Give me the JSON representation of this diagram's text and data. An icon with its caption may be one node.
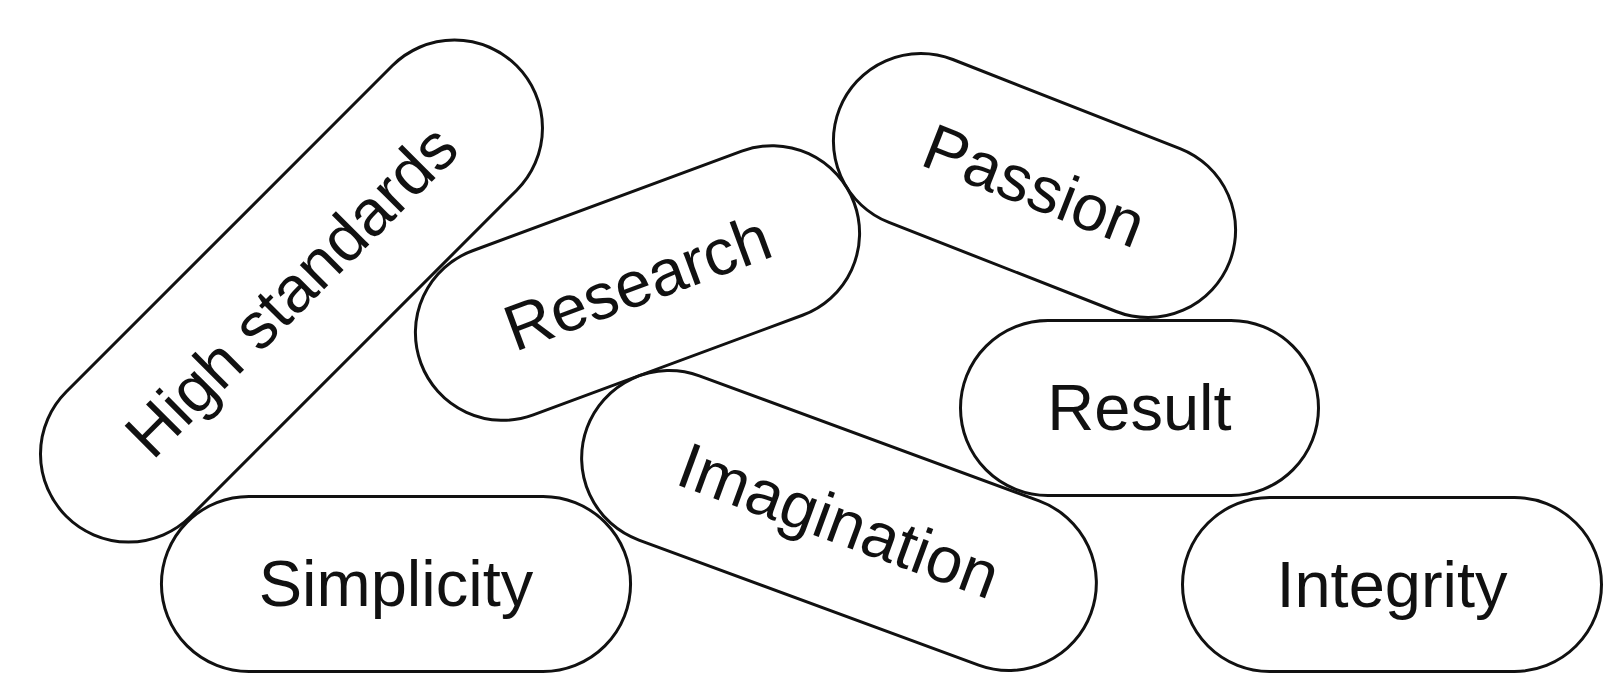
{
  "diagram": {
    "nodes": [
      {
        "text": [
          "High standards"
        ]
      },
      {
        "text": [
          "Passion"
        ]
      },
      {
        "text": [
          "Research"
        ]
      },
      {
        "text": [
          "Result"
        ]
      },
      {
        "text": [
          "Imagination"
        ]
      },
      {
        "text": [
          "Simplicity"
        ]
      },
      {
        "text": [
          "Integrity"
        ]
      }
    ]
  }
}
